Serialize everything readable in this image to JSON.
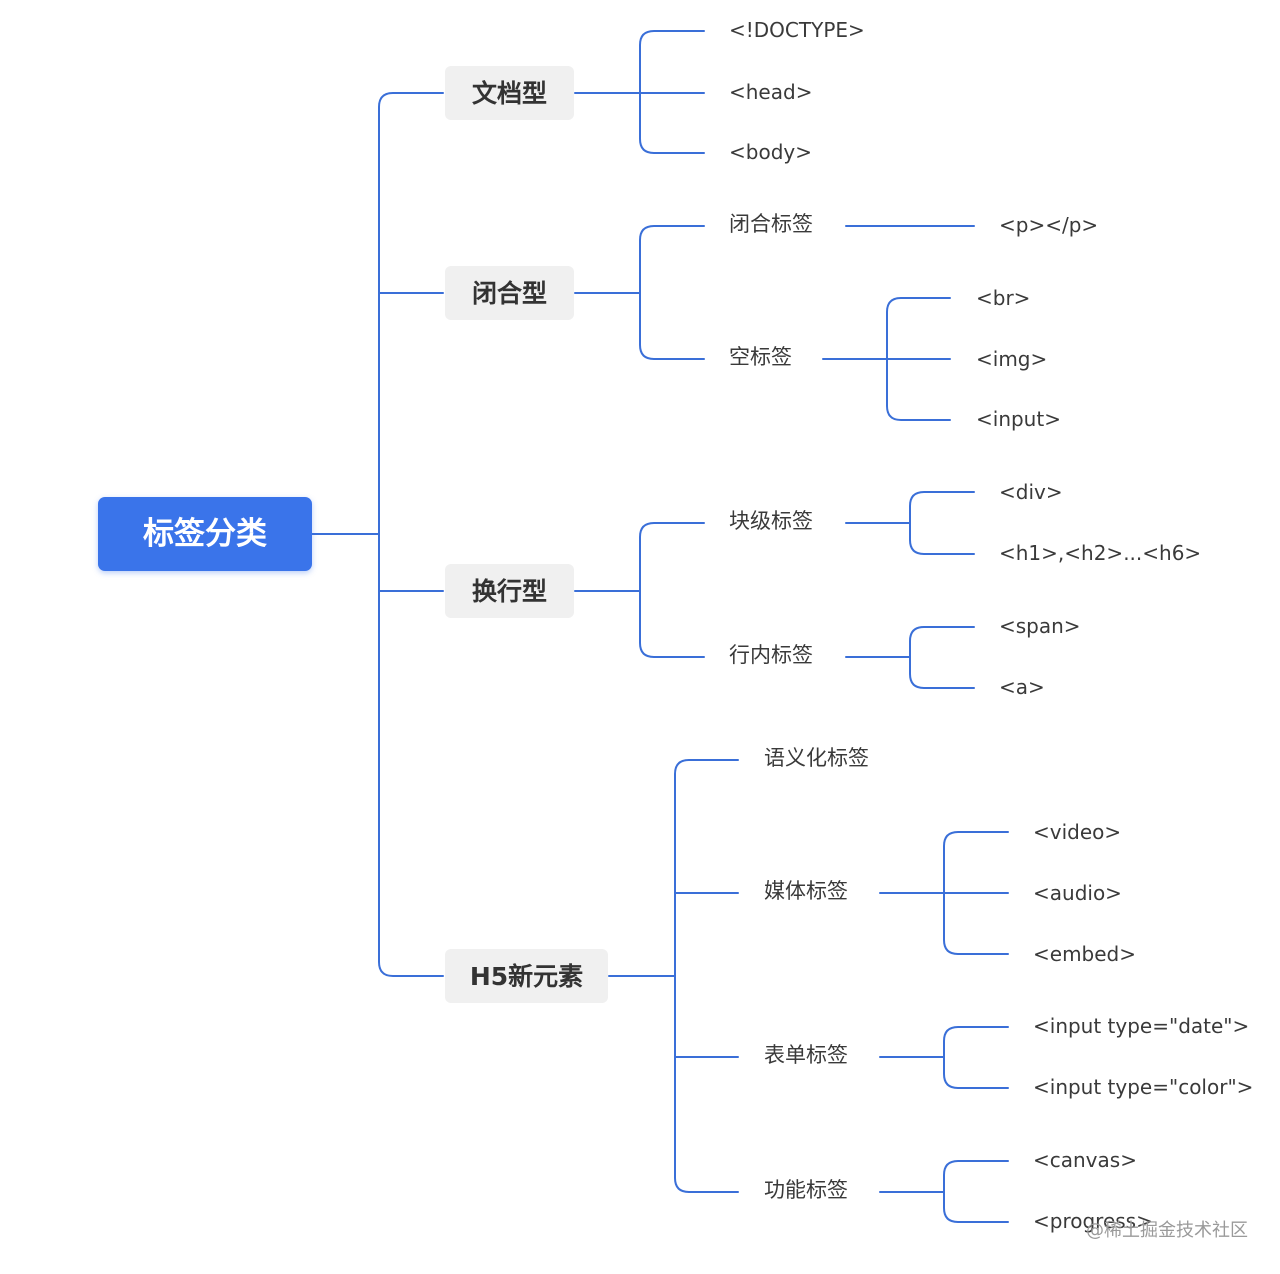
{
  "root": "标签分类",
  "categories": {
    "doc": "文档型",
    "closed": "闭合型",
    "wrap": "换行型",
    "h5": "H5新元素"
  },
  "doc_items": [
    "<!DOCTYPE>",
    "<head>",
    "<body>"
  ],
  "closed_tags": {
    "label": "闭合标签",
    "example": "<p></p>"
  },
  "empty_tags": {
    "label": "空标签",
    "items": [
      "<br>",
      "<img>",
      "<input>"
    ]
  },
  "block_tags": {
    "label": "块级标签",
    "items": [
      "<div>",
      "<h1>,<h2>...<h6>"
    ]
  },
  "inline_tags": {
    "label": "行内标签",
    "items": [
      "<span>",
      "<a>"
    ]
  },
  "semantic_tags": {
    "label": "语义化标签"
  },
  "media_tags": {
    "label": "媒体标签",
    "items": [
      "<video>",
      "<audio>",
      "<embed>"
    ]
  },
  "form_tags": {
    "label": "表单标签",
    "items": [
      "<input type=\"date\">",
      "<input type=\"color\">"
    ]
  },
  "function_tags": {
    "label": "功能标签",
    "items": [
      "<canvas>",
      "<progress>"
    ]
  },
  "watermark": "@稀土掘金技术社区",
  "colors": {
    "line": "#3a6fd8",
    "root_bg": "#3a74ea",
    "category_bg": "#f0f0f0"
  }
}
